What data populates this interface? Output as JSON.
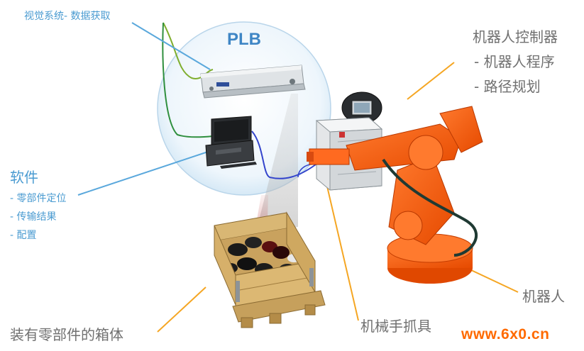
{
  "labels": {
    "vision": "视觉系统- 数据获取",
    "plb": "PLB",
    "controller": {
      "title": "机器人控制器",
      "items": [
        "- 机器人程序",
        "- 路径规划"
      ]
    },
    "software": {
      "title": "软件",
      "items": [
        "- 零部件定位",
        "- 传输结果",
        "- 配置"
      ]
    },
    "robot": "机器人",
    "gripper": "机械手抓具",
    "box": "装有零部件的箱体",
    "watermark": "www.6x0.cn"
  },
  "colors": {
    "leader_blue": "#5aa8dc",
    "leader_orange": "#f5a623",
    "robot_orange": "#ff5a0f",
    "crate_wood": "#c9a25e"
  }
}
